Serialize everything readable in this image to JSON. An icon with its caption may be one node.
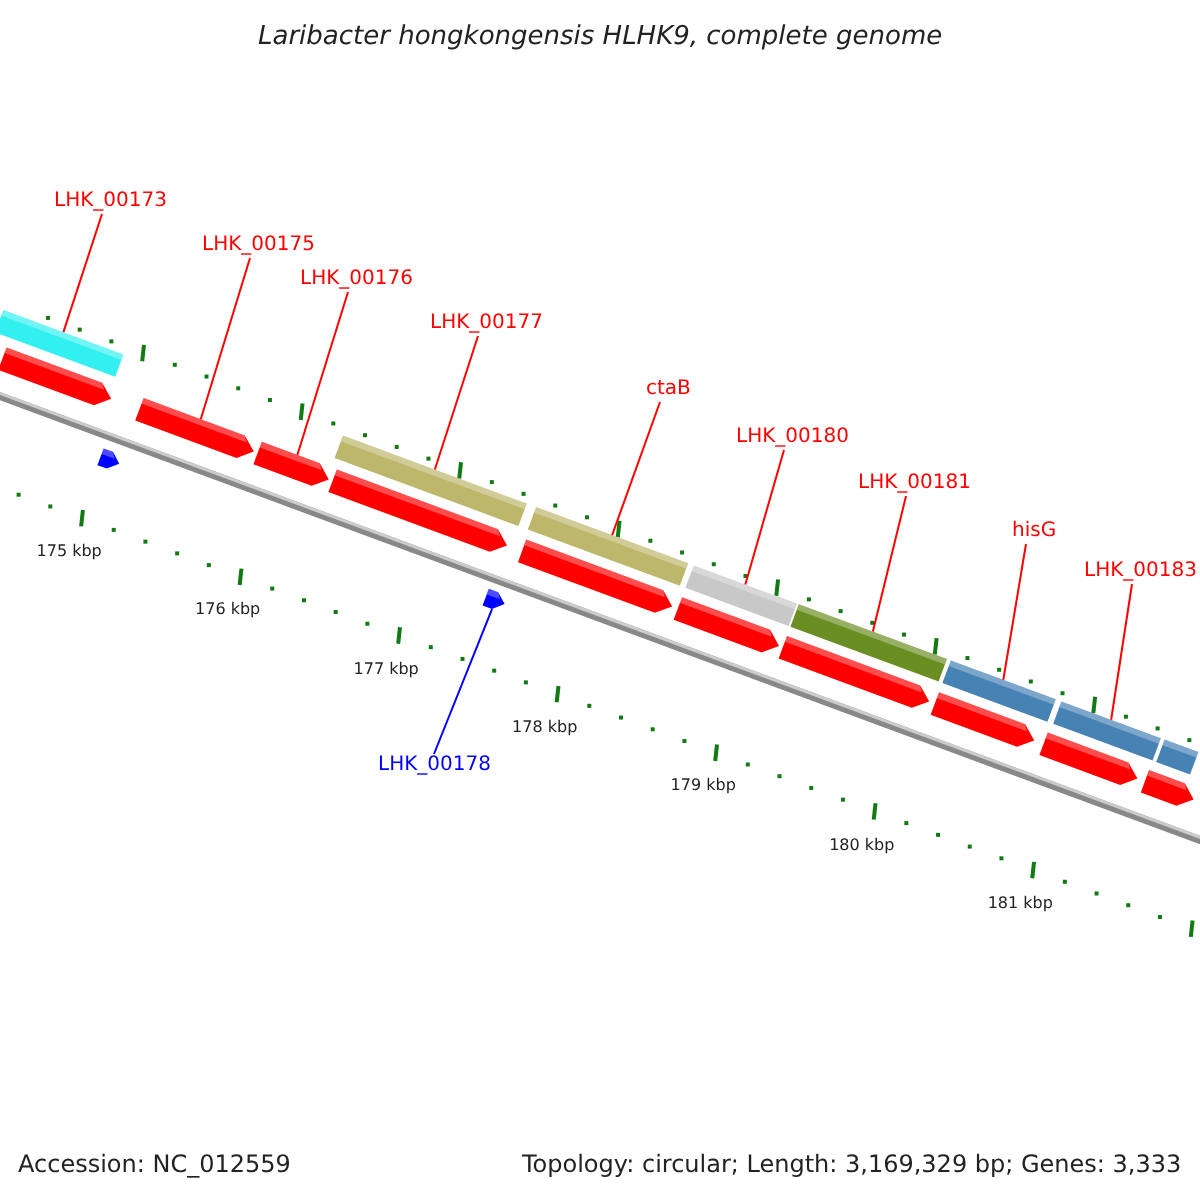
{
  "diagram": {
    "title": "Laribacter hongkongensis HLHK9, complete genome",
    "nodes": [
      {
        "text": [
          "LHK_00173"
        ]
      },
      {
        "text": [
          "LHK_00175"
        ]
      },
      {
        "text": [
          "LHK_00176"
        ]
      },
      {
        "text": [
          "LHK_00177"
        ]
      },
      {
        "text": [
          "ctaB"
        ]
      },
      {
        "text": [
          "LHK_00180"
        ]
      },
      {
        "text": [
          "LHK_00181"
        ]
      },
      {
        "text": [
          "hisG"
        ]
      },
      {
        "text": [
          "LHK_00183"
        ]
      },
      {
        "text": [
          "LHK_00178"
        ]
      },
      {
        "text": [],
        "shape": "bar"
      },
      {
        "text": [],
        "shape": "bar"
      },
      {
        "text": [],
        "shape": "bar"
      },
      {
        "text": [],
        "shape": "bar"
      },
      {
        "text": [],
        "shape": "bar"
      },
      {
        "text": [],
        "shape": "bar"
      },
      {
        "text": [],
        "shape": "bar"
      },
      {
        "text": [],
        "shape": "bar"
      },
      {
        "text": [],
        "shape": "arrow"
      },
      {
        "text": [],
        "shape": "arrow"
      },
      {
        "text": [],
        "shape": "arrow"
      },
      {
        "text": [],
        "shape": "arrow"
      },
      {
        "text": [],
        "shape": "arrow"
      },
      {
        "text": [],
        "shape": "arrow"
      },
      {
        "text": [],
        "shape": "arrow"
      },
      {
        "text": [],
        "shape": "arrow"
      },
      {
        "text": [],
        "shape": "arrow"
      },
      {
        "text": [],
        "shape": "arrow"
      },
      {
        "text": [],
        "shape": "arrow"
      },
      {
        "text": [],
        "shape": "arrow"
      }
    ],
    "edges": [
      {
        "from": 0,
        "to": 10,
        "arrow": "none"
      },
      {
        "from": 1,
        "to": 19,
        "arrow": "none"
      },
      {
        "from": 2,
        "to": 20,
        "arrow": "none"
      },
      {
        "from": 3,
        "to": 11,
        "arrow": "none"
      },
      {
        "from": 4,
        "to": 12,
        "arrow": "none"
      },
      {
        "from": 5,
        "to": 13,
        "arrow": "none"
      },
      {
        "from": 6,
        "to": 14,
        "arrow": "none"
      },
      {
        "from": 7,
        "to": 15,
        "arrow": "none"
      },
      {
        "from": 8,
        "to": 16,
        "arrow": "none"
      },
      {
        "from": 9,
        "to": 29,
        "arrow": "none",
        "color": "#0000ff"
      }
    ],
    "labels": [
      "175 kbp",
      "176 kbp",
      "177 kbp",
      "178 kbp",
      "179 kbp",
      "180 kbp",
      "181 kbp",
      "Accession: NC_012559",
      "Topology: circular; Length: 3,169,329 bp; Genes: 3,333"
    ]
  }
}
